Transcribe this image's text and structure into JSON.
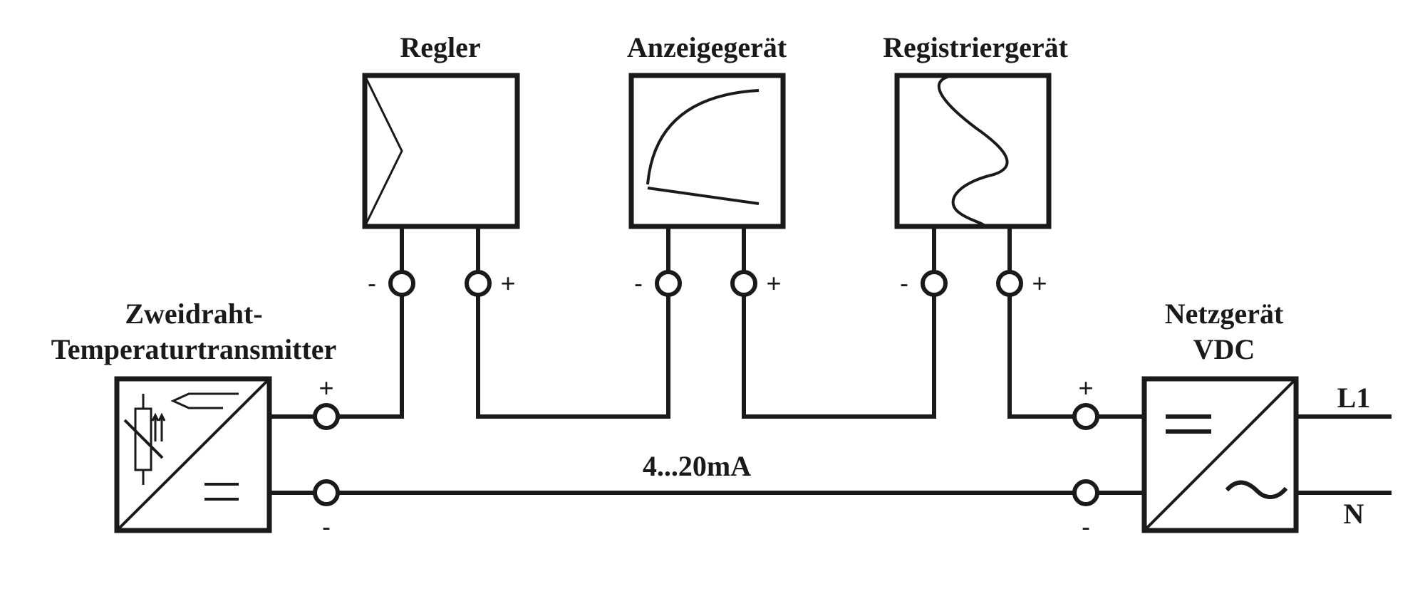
{
  "diagram": {
    "title_current": "4...20mA",
    "devices": {
      "controller": {
        "label": "Regler",
        "symbol": "controller-symbol"
      },
      "indicator": {
        "label": "Anzeigegerät",
        "symbol": "meter-symbol"
      },
      "recorder": {
        "label": "Registriergerät",
        "symbol": "recorder-symbol"
      },
      "transmitter": {
        "label_line1": "Zweidraht-",
        "label_line2": "Temperaturtransmitter",
        "symbol": "thermistor-dc-converter"
      },
      "power_supply": {
        "label_line1": "Netzgerät",
        "label_line2": "VDC",
        "symbol": "ac-dc-converter"
      }
    },
    "terminals": {
      "plus": "+",
      "minus": "-"
    },
    "mains": {
      "line": "L1",
      "neutral": "N"
    },
    "colors": {
      "stroke": "#1a1a1a",
      "background": "#ffffff"
    }
  }
}
